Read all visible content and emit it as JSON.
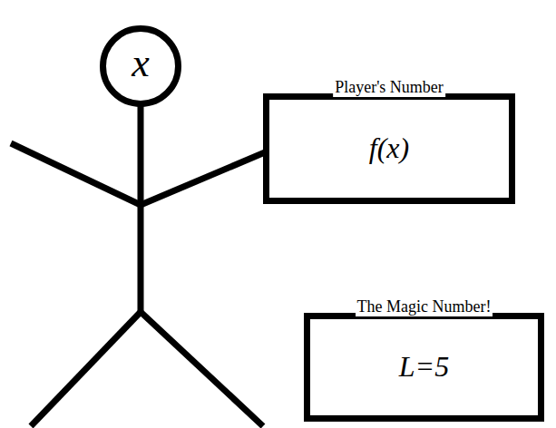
{
  "diagram": {
    "nodes": [
      {
        "text": [
          "x"
        ]
      },
      {
        "text": [
          "Player's Number",
          "f(x)"
        ]
      },
      {
        "text": [
          "The Magic Number!",
          "L=5"
        ]
      }
    ]
  }
}
